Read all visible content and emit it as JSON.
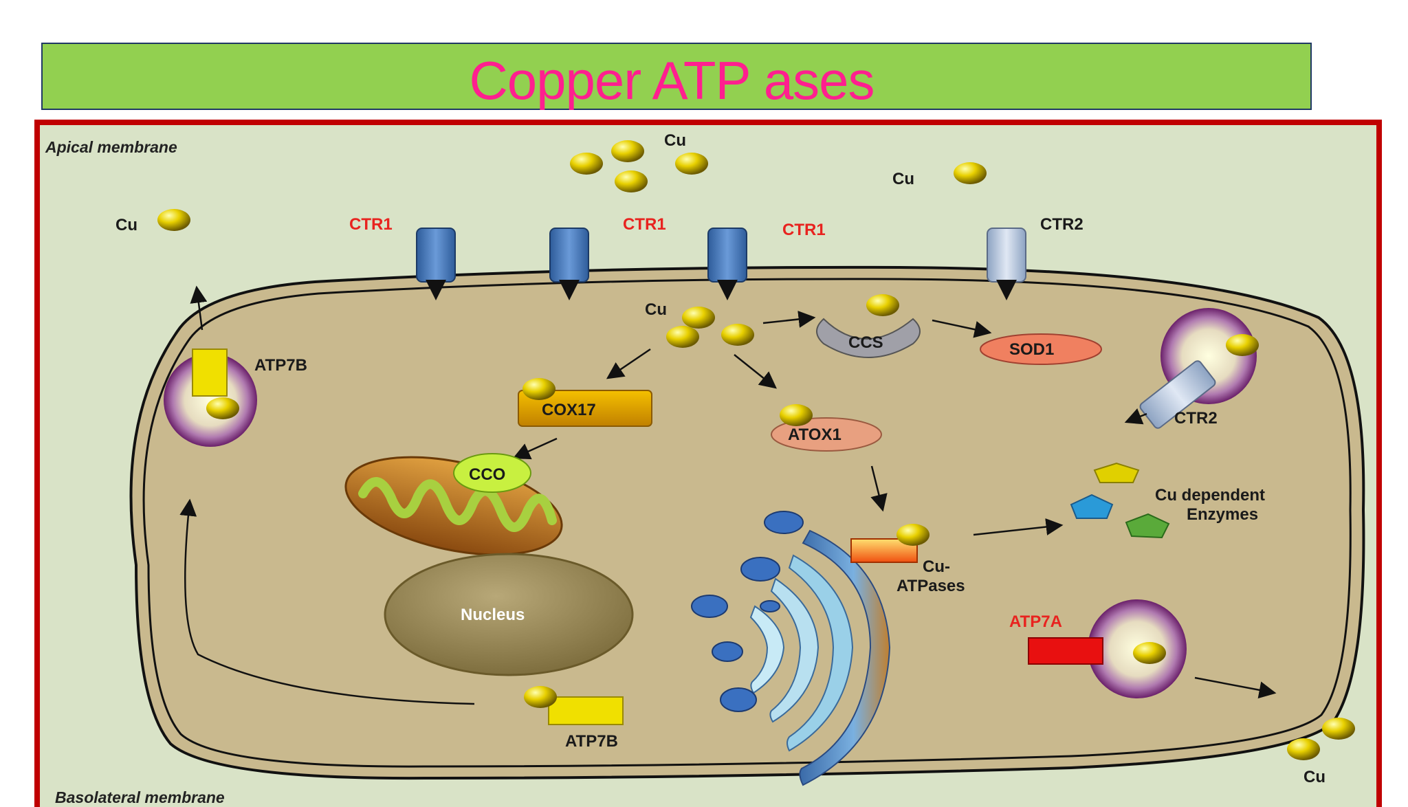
{
  "title": "Copper ATP ases",
  "diagram": {
    "apical_membrane": "Apical membrane",
    "basolateral_membrane": "Basolateral membrane",
    "cu": "Cu",
    "ctr1": "CTR1",
    "ctr2": "CTR2",
    "ccs": "CCS",
    "sod1": "SOD1",
    "cox17": "COX17",
    "atox1": "ATOX1",
    "cco": "CCO",
    "nucleus": "Nucleus",
    "atp7b": "ATP7B",
    "atp7a": "ATP7A",
    "cu_atpases_line1": "Cu-",
    "cu_atpases_line2": "ATPases",
    "cu_enzymes_line1": "Cu dependent",
    "cu_enzymes_line2": "Enzymes"
  },
  "colors": {
    "title_banner": "#92d050",
    "title_text": "#ff1f8f",
    "frame_border": "#c00000",
    "background": "#d9e3c7",
    "cytoplasm": "#c9b98e",
    "copper_ion": "#e0c000",
    "label_red": "#e8231f"
  }
}
